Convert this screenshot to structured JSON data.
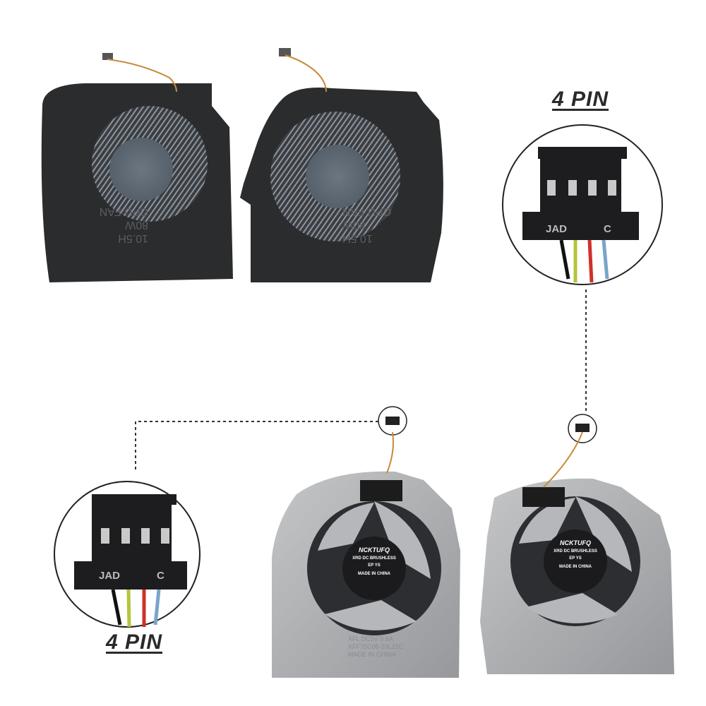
{
  "labels": {
    "pin_top": "4 PIN",
    "pin_bottom": "4 PIN"
  },
  "connector": {
    "marking_left": "JAD",
    "marking_right": "C",
    "wire_colors": [
      "#111111",
      "#b5c43a",
      "#d0302a",
      "#7aa3c9"
    ]
  },
  "dark_fan": {
    "line1": "CPU FAN",
    "line2": "80W",
    "line3": "10.5H"
  },
  "sticker": {
    "brand": "NCKTUFQ",
    "type": "XRD DC BRUSHLESS",
    "codes": "EP YS",
    "origin": "MADE IN CHINA"
  },
  "silver_fan": {
    "spec1": "XFL DC5V 0.6A",
    "spec2": "XFF75C08-20L21C",
    "spec3": "MADE IN CHINA"
  },
  "colors": {
    "dark_fan": "#2b2c2e",
    "silver_fan": "#a9abae",
    "dashed_line": "#333333"
  }
}
